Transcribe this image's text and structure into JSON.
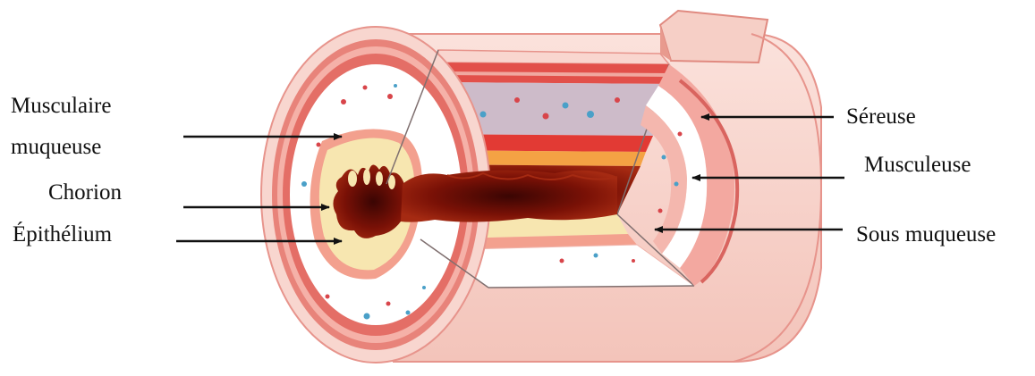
{
  "labels": {
    "musculaire_muqueuse_line1": "Musculaire",
    "musculaire_muqueuse_line2": "muqueuse",
    "chorion": "Chorion",
    "epithelium": "Épithélium",
    "sereuse": "Séreuse",
    "musculeuse": "Musculeuse",
    "sous_muqueuse": "Sous muqueuse"
  },
  "colors": {
    "serosa_fill": "#f8d8d2",
    "serosa_outline": "#e7948c",
    "muscle_band": "#d9645f",
    "submucosa_fill": "#ffffff",
    "submucosa_cut": "#c9b8c6",
    "chorion_fill": "#f7e6b0",
    "mucosa_band": "#f3a08e",
    "lumen_dark": "#7a1106",
    "red_band": "#e23a34",
    "blue_dot": "#4aa0c8",
    "red_dot": "#d8454a",
    "arrow": "#111111"
  }
}
